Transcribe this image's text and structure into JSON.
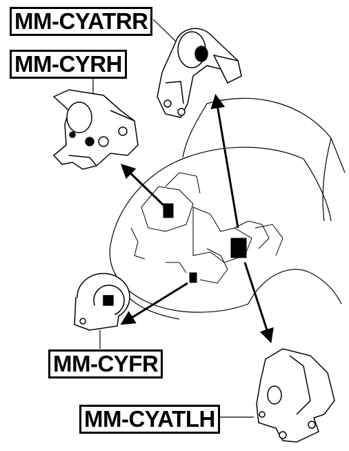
{
  "labels": {
    "rear_right": "MM-CYATRR",
    "right": "MM-CYRH",
    "front": "MM-CYFR",
    "rear_left": "MM-CYATLH"
  },
  "colors": {
    "line": "#000000",
    "background": "#ffffff"
  }
}
